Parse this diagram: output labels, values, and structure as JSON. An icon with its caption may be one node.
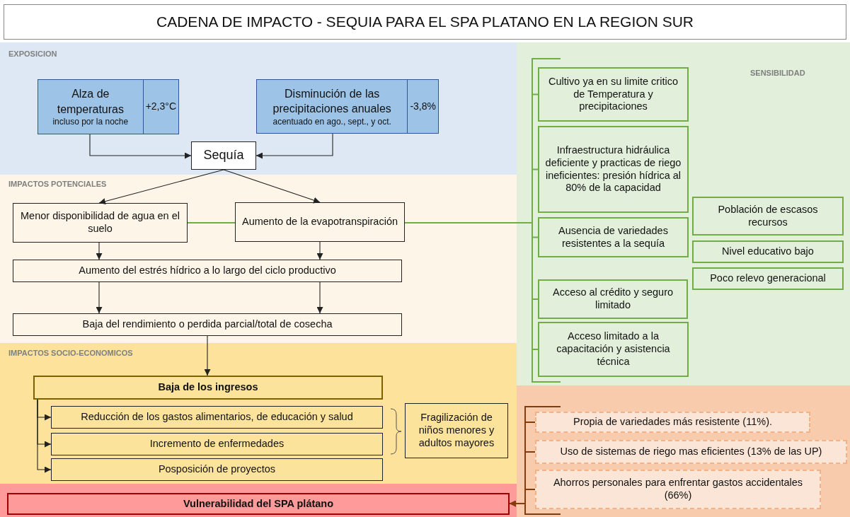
{
  "diagram": {
    "title": "CADENA DE IMPACTO - SEQUIA PARA EL SPA PLATANO EN LA REGION SUR",
    "nodes": [
      {
        "text": [
          "EXPOSICION"
        ]
      },
      {
        "text": [
          "Alza de temperaturas",
          "incluso por la noche",
          "+2,3°C"
        ],
        "in": 0
      },
      {
        "text": [
          "Disminución de las precipitaciones anuales",
          "acentuado en ago., sept., y oct.",
          "-3,8%"
        ],
        "in": 0
      },
      {
        "text": [
          "Sequía"
        ],
        "in": 0
      },
      {
        "text": [
          "IMPACTOS POTENCIALES"
        ]
      },
      {
        "text": [
          "Menor disponibilidad de agua en el suelo"
        ],
        "in": 4
      },
      {
        "text": [
          "Aumento de la evapotranspiración"
        ],
        "in": 4
      },
      {
        "text": [
          "Aumento del estrés hídrico a lo largo del ciclo productivo"
        ],
        "in": 4
      },
      {
        "text": [
          "Baja del rendimiento o perdida parcial/total de cosecha"
        ],
        "in": 4
      },
      {
        "text": [
          "IMPACTOS SOCIO-ECONOMICOS"
        ]
      },
      {
        "text": [
          "Baja de los ingresos"
        ],
        "in": 9
      },
      {
        "text": [
          "Reducción de los gastos alimentarios, de educación y salud"
        ],
        "in": 9
      },
      {
        "text": [
          "Incremento de enfermedades"
        ],
        "in": 9
      },
      {
        "text": [
          "Posposición de proyectos"
        ],
        "in": 9
      },
      {
        "text": [
          "Fragilización de niños menores y adultos mayores"
        ],
        "in": 9
      },
      {
        "text": [
          "Vulnerabilidad del SPA plátano"
        ]
      },
      {
        "text": [
          "SENSIBILIDAD"
        ]
      },
      {
        "text": [
          "Cultivo ya en su limite critico de Temperatura y precipitaciones"
        ],
        "in": 16
      },
      {
        "text": [
          "Infraestructura hidráulica deficiente y practicas de riego ineficientes: presión hídrica al 80% de la capacidad"
        ],
        "in": 16
      },
      {
        "text": [
          "Ausencia de variedades resistentes a la sequía"
        ],
        "in": 16
      },
      {
        "text": [
          "Acceso al crédito y seguro limitado"
        ],
        "in": 16
      },
      {
        "text": [
          "Acceso limitado a la capacitación y asistencia técnica"
        ],
        "in": 16
      },
      {
        "text": [
          "Población de escasos recursos"
        ],
        "in": 16
      },
      {
        "text": [
          "Nivel educativo bajo"
        ],
        "in": 16
      },
      {
        "text": [
          "Poco relevo generacional"
        ],
        "in": 16
      },
      {
        "text": [
          "Propia de variedades más resistente (11%)."
        ]
      },
      {
        "text": [
          "Uso de sistemas de riego mas eficientes (13% de las UP)"
        ]
      },
      {
        "text": [
          "Ahorros personales para enfrentar gastos accidentales (66%)"
        ]
      }
    ],
    "edges": [
      {
        "from": 1,
        "to": 3,
        "arrow": "to"
      },
      {
        "from": 2,
        "to": 3,
        "arrow": "to"
      },
      {
        "from": 3,
        "to": 5,
        "arrow": "to"
      },
      {
        "from": 3,
        "to": 6,
        "arrow": "to"
      },
      {
        "from": 5,
        "to": 6,
        "arrow": "none",
        "color": "#70ad47"
      },
      {
        "from": 6,
        "to": 17,
        "arrow": "none",
        "color": "#70ad47"
      },
      {
        "from": 6,
        "to": 18,
        "arrow": "none",
        "color": "#70ad47"
      },
      {
        "from": 6,
        "to": 19,
        "arrow": "none",
        "color": "#70ad47"
      },
      {
        "from": 6,
        "to": 20,
        "arrow": "none",
        "color": "#70ad47"
      },
      {
        "from": 6,
        "to": 21,
        "arrow": "none",
        "color": "#70ad47"
      },
      {
        "from": 5,
        "to": 7,
        "arrow": "to"
      },
      {
        "from": 6,
        "to": 7,
        "arrow": "to"
      },
      {
        "from": 7,
        "to": 8,
        "arrow": "to"
      },
      {
        "from": 7,
        "to": 8,
        "arrow": "to"
      },
      {
        "from": 8,
        "to": 10,
        "arrow": "to"
      },
      {
        "from": 10,
        "to": 11,
        "arrow": "to"
      },
      {
        "from": 10,
        "to": 12,
        "arrow": "to"
      },
      {
        "from": 10,
        "to": 13,
        "arrow": "to"
      },
      {
        "from": 25,
        "to": 15,
        "arrow": "to",
        "color": "#843c0c"
      },
      {
        "from": 26,
        "to": 15,
        "arrow": "to",
        "color": "#843c0c"
      },
      {
        "from": 27,
        "to": 15,
        "arrow": "to",
        "color": "#843c0c"
      }
    ]
  }
}
